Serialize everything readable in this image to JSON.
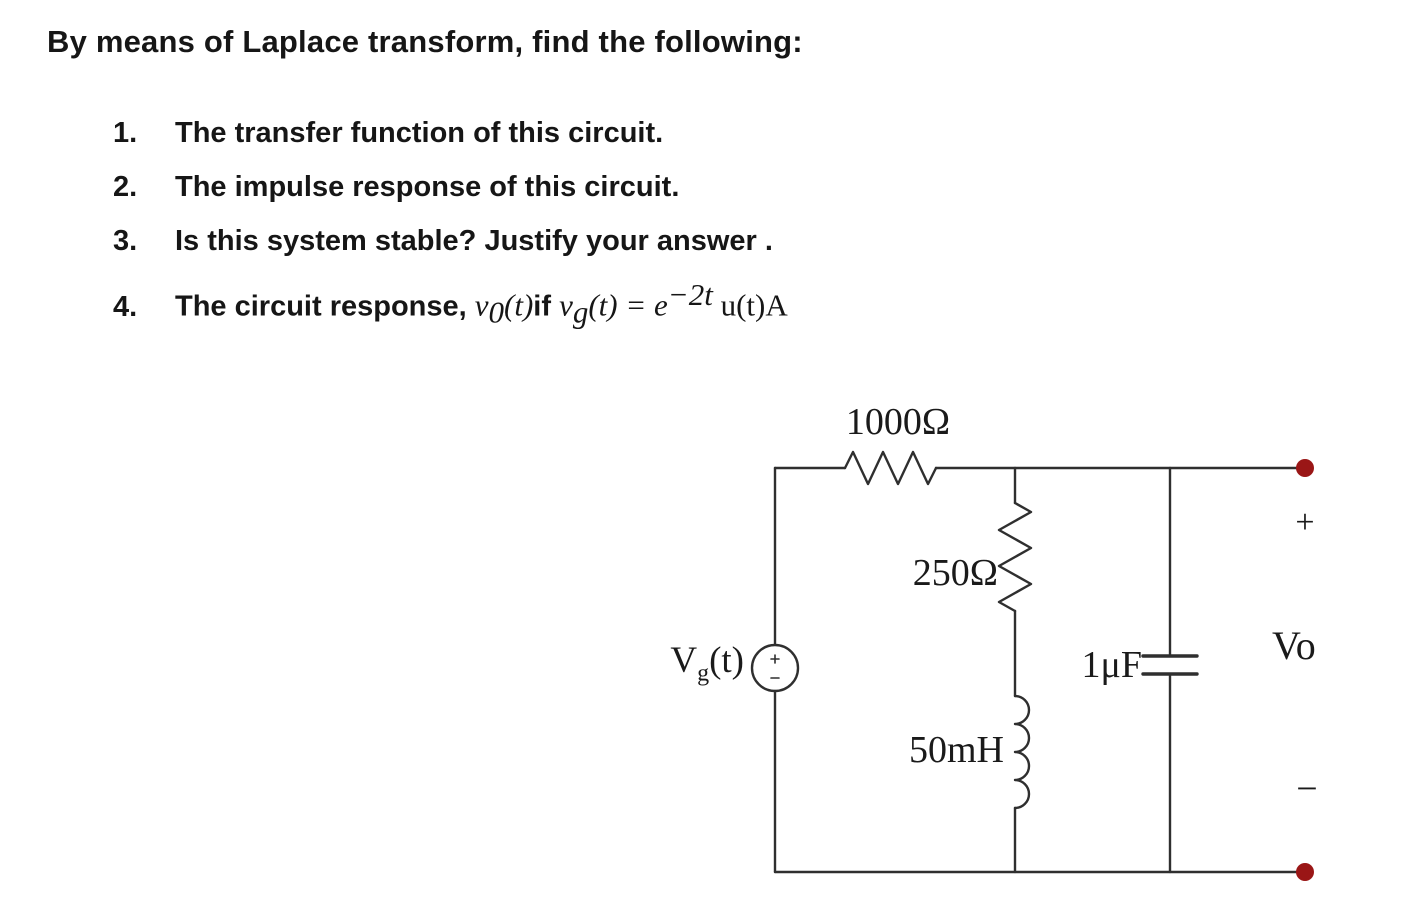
{
  "problem": {
    "title": "By means of Laplace transform, find the following:",
    "items": [
      {
        "num": "1.",
        "text": "The transfer function of this circuit."
      },
      {
        "num": "2.",
        "text": "The impulse response of this circuit."
      },
      {
        "num": "3.",
        "text": "Is this system stable? Justify your answer ."
      },
      {
        "num": "4.",
        "text": "The circuit response, "
      }
    ],
    "item4_math": {
      "v1": "v",
      "v1_sub": "0",
      "paren1": "(t)",
      "if_word": "if ",
      "v2": "v",
      "v2_sub": "g",
      "paren2": "(t) = e",
      "exponent": "−2t",
      "tail": " u(t)A"
    }
  },
  "circuit": {
    "labels": {
      "resistor_top": "1000Ω",
      "resistor_mid": "250Ω",
      "inductor": "50mH",
      "capacitor": "1μF",
      "source_v": "V",
      "source_sub": "g",
      "source_paren": "(t)",
      "terminal_plus": "+",
      "terminal_minus": "−",
      "output": "Vo"
    },
    "colors": {
      "wire": "#2f2f2f",
      "terminal": "#9a1616",
      "terminal_edge": "#6b0f0f"
    }
  }
}
